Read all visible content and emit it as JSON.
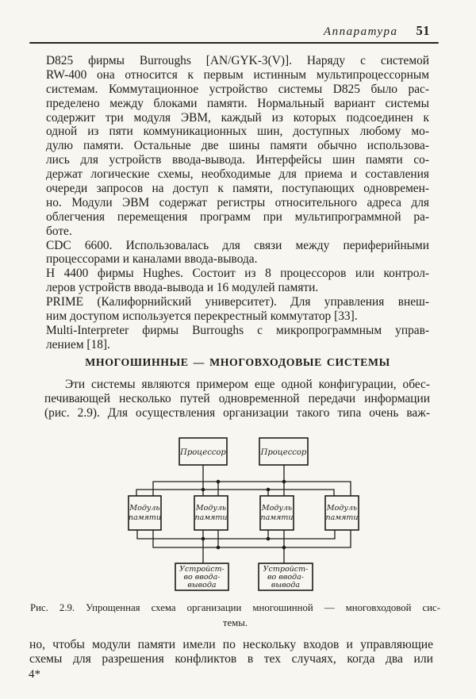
{
  "header": {
    "running_title": "Аппаратура",
    "page_number": "51"
  },
  "body": {
    "p1": {
      "lines": [
        "D825 фирмы Burroughs [AN/GYK-3(V)]. Наряду с системой",
        "RW-400 она относится к первым истинным мультипроцессорным",
        "системам. Коммутационное устройство системы D825 было рас-",
        "пределено между блоками памяти. Нормальный вариант системы",
        "содержит три модуля ЭВМ, каждый из которых подсоединен к",
        "одной из пяти коммуникационных шин, доступных любому мо-",
        "дулю памяти. Остальные две шины памяти обычно использова-",
        "лись для устройств ввода-вывода. Интерфейсы шин памяти со-",
        "держат логические схемы, необходимые для приема и составления",
        "очереди запросов на доступ к памяти, поступающих одновремен-",
        "но. Модули ЭВМ содержат регистры относительного адреса для",
        "облегчения перемещения программ при мультипрограммной ра-",
        "боте."
      ]
    },
    "p2": {
      "lines": [
        "CDC 6600. Использовалась для связи между периферийными",
        "процессорами и каналами ввода-вывода."
      ]
    },
    "p3": {
      "lines": [
        "H 4400 фирмы Hughes. Состоит из 8 процессоров или контрол-",
        "леров устройств ввода-вывода и 16 модулей памяти."
      ]
    },
    "p4": {
      "lines": [
        "PRIME (Калифорнийский университет). Для управления внеш-",
        "ним доступом используется перекрестный коммутатор [33]."
      ]
    },
    "p5": {
      "lines": [
        "Multi-Interpreter фирмы Burroughs с микропрограммным управ-",
        "лением [18]."
      ]
    },
    "heading": "МНОГОШИННЫЕ — МНОГОВХОДОВЫЕ СИСТЕМЫ",
    "p6": {
      "lines": [
        "Эти системы являются примером еще одной конфигурации, обес-",
        "печивающей несколько путей одновременной передачи информации",
        "(рис. 2.9). Для осуществления организации такого типа очень важ-"
      ]
    },
    "p7": {
      "lines": [
        "но, чтобы модули памяти имели по нескольку входов и управляющие",
        "схемы для разрешения конфликтов в тех случаях, когда два или"
      ]
    },
    "footer_mark": "4*"
  },
  "figure": {
    "caption_line1": "Рис. 2.9. Упрощенная схема организации многошинной — многовходовой сис-",
    "caption_line2": "темы.",
    "processor_label": "Процессор",
    "memory_module_line1": "Модуль",
    "memory_module_line2": "памяти",
    "io_device_line1": "Устройст-",
    "io_device_line2": "во ввода-",
    "io_device_line3": "вывода",
    "ink_color": "#1f1c19"
  }
}
